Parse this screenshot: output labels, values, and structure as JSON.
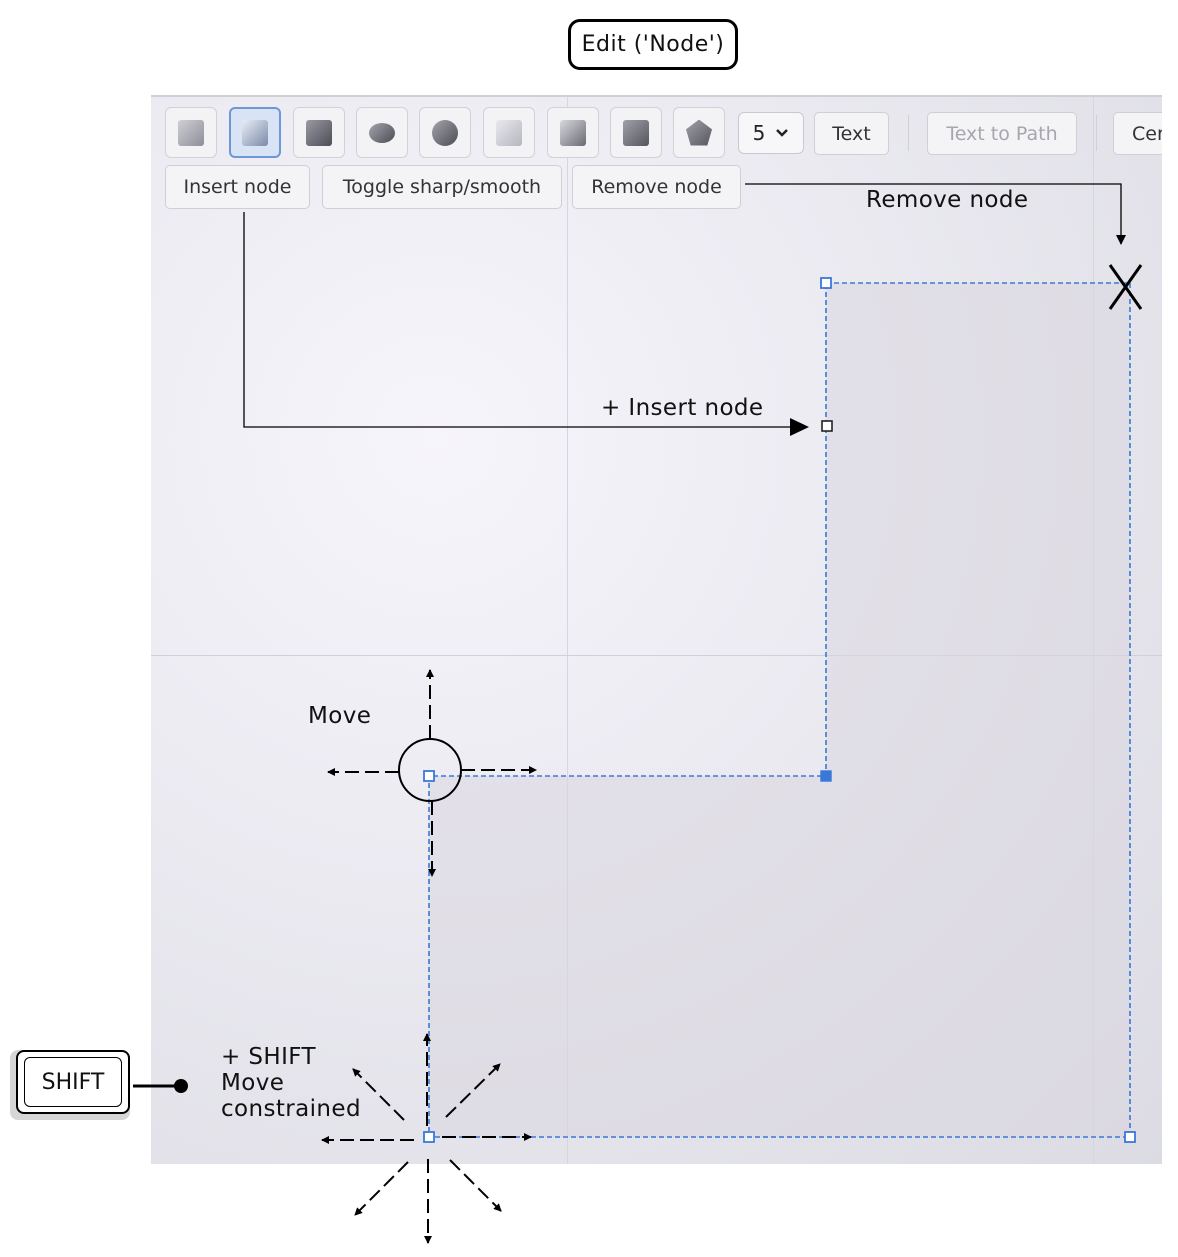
{
  "header": {
    "title": "Edit ('Node')"
  },
  "toolbar": {
    "tools": [
      {
        "icon": "select-arrow-icon",
        "active": false
      },
      {
        "icon": "node-select-icon",
        "active": true
      },
      {
        "icon": "rectangle-icon",
        "active": false
      },
      {
        "icon": "ellipse-icon",
        "active": false
      },
      {
        "icon": "circle-icon",
        "active": false
      },
      {
        "icon": "line-icon",
        "active": false
      },
      {
        "icon": "path-icon",
        "active": false
      },
      {
        "icon": "freehand-icon",
        "active": false
      },
      {
        "icon": "polygon-icon",
        "active": false
      }
    ],
    "sides_value": "5",
    "text_label": "Text",
    "text_to_path_label": "Text to Path",
    "center_label": "Cer"
  },
  "node_toolbar": {
    "insert_label": "Insert node",
    "toggle_label": "Toggle sharp/smooth",
    "remove_label": "Remove node"
  },
  "annotations": {
    "remove_node": "Remove node",
    "insert_node": "+ Insert node",
    "move": "Move",
    "shift_line1": "+ SHIFT",
    "shift_line2": "Move",
    "shift_line3": "constrained",
    "remove_mark": "X"
  },
  "shift_key": {
    "label": "SHIFT"
  },
  "colors": {
    "node_blue": "#3a78d8",
    "active_tool_bg": "#d8e4f6"
  }
}
